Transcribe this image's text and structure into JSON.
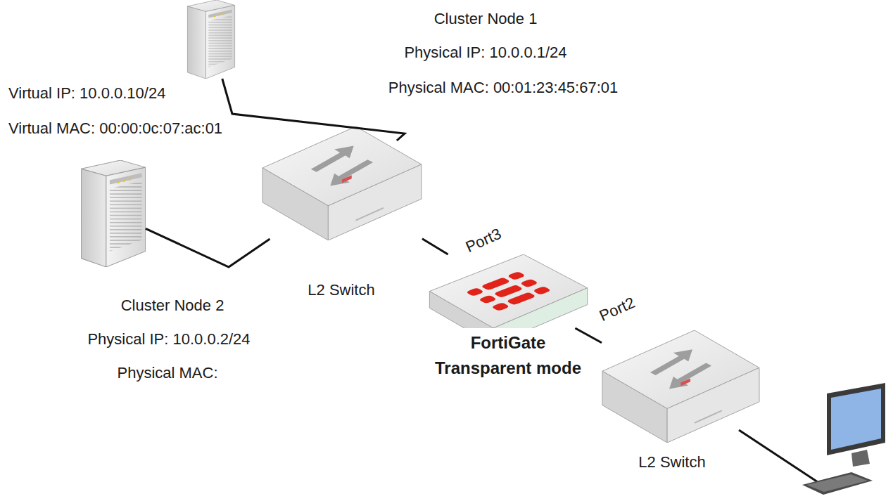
{
  "diagram": {
    "nodes": [
      {
        "text": [
          "Cluster Node 1",
          "Physical IP: 10.0.0.1/24",
          "Physical MAC: 00:01:23:45:67:01"
        ]
      },
      {
        "text": [
          "Cluster Node 2",
          "Physical IP: 10.0.0.2/24",
          "Physical MAC:"
        ]
      },
      {
        "text": [
          "L2 Switch"
        ]
      },
      {
        "text": [
          "FortiGate Transparent mode"
        ]
      },
      {
        "text": [
          "L2 Switch"
        ]
      }
    ],
    "edges": [
      {
        "from": 0,
        "to": 2,
        "arrow": "none"
      },
      {
        "from": 1,
        "to": 2,
        "arrow": "none"
      },
      {
        "from": 2,
        "to": 3,
        "label": "Port3",
        "arrow": "none"
      },
      {
        "from": 3,
        "to": 4,
        "label": "Port2",
        "arrow": "none"
      }
    ],
    "labels": [
      "Virtual IP: 10.0.0.10/24",
      "Virtual MAC: 00:00:0c:07:ac:01"
    ]
  }
}
